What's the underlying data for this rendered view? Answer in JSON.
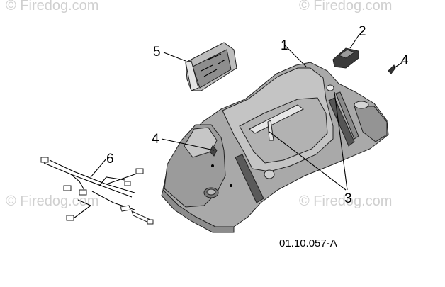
{
  "watermark": {
    "text_top_left": "© Firedog.com",
    "text_top_right": "© Firedog.com",
    "text_mid_left": "© Firedog.com",
    "text_mid_right": "© Firedog.com"
  },
  "callouts": {
    "c1": "1",
    "c2": "2",
    "c3": "3",
    "c4_right": "4",
    "c4_left": "4",
    "c5": "5",
    "c6": "6"
  },
  "figure_id": "01.10.057-A",
  "colors": {
    "body_fill": "#a9a9a9",
    "body_dark": "#7c7c7c",
    "body_light": "#c8c8c8",
    "line": "#000000",
    "watermark": "#d0d0d0"
  }
}
